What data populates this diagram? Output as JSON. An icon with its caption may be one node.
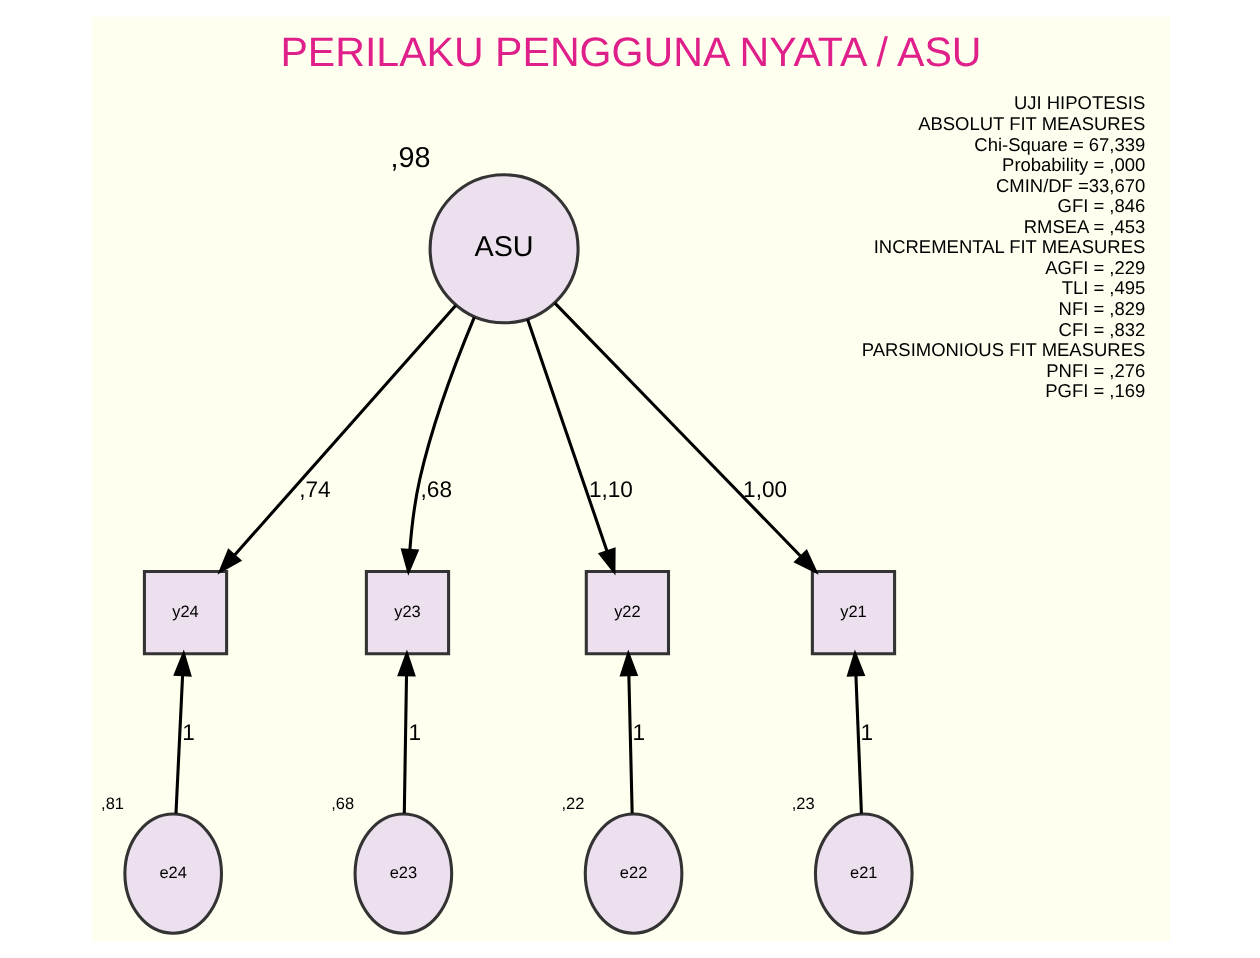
{
  "diagram": {
    "title": "PERILAKU PENGGUNA NYATA / ASU",
    "nodes": [
      {
        "text": [
          "ASU"
        ],
        "beside": [
          ",98"
        ]
      },
      {
        "text": [
          "y24"
        ]
      },
      {
        "text": [
          "y23"
        ]
      },
      {
        "text": [
          "y22"
        ]
      },
      {
        "text": [
          "y21"
        ]
      },
      {
        "text": [
          "e24"
        ],
        "beside": [
          ",81"
        ]
      },
      {
        "text": [
          "e23"
        ],
        "beside": [
          ",68"
        ]
      },
      {
        "text": [
          "e22"
        ],
        "beside": [
          ",22"
        ]
      },
      {
        "text": [
          "e21"
        ],
        "beside": [
          ",23"
        ]
      }
    ],
    "edges": [
      {
        "from": 0,
        "to": 1,
        "arrow": "to",
        "label": ",74"
      },
      {
        "from": 0,
        "to": 2,
        "arrow": "to",
        "label": ",68"
      },
      {
        "from": 0,
        "to": 3,
        "arrow": "to",
        "label": "1,10"
      },
      {
        "from": 0,
        "to": 4,
        "arrow": "to",
        "label": "1,00"
      },
      {
        "from": 5,
        "to": 1,
        "arrow": "to",
        "label": "1"
      },
      {
        "from": 6,
        "to": 2,
        "arrow": "to",
        "label": "1"
      },
      {
        "from": 7,
        "to": 3,
        "arrow": "to",
        "label": "1"
      },
      {
        "from": 8,
        "to": 4,
        "arrow": "to",
        "label": "1"
      }
    ],
    "labels": [
      "UJI HIPOTESIS",
      "ABSOLUT FIT MEASURES",
      "Chi-Square = 67,339",
      "Probability = ,000",
      "CMIN/DF =33,670",
      "GFI = ,846",
      "RMSEA = ,453",
      "INCREMENTAL FIT MEASURES",
      "AGFI = ,229",
      "TLI = ,495",
      "NFI = ,829",
      "CFI = ,832",
      "PARSIMONIOUS FIT MEASURES",
      "PNFI = ,276",
      "PGFI = ,169"
    ]
  }
}
